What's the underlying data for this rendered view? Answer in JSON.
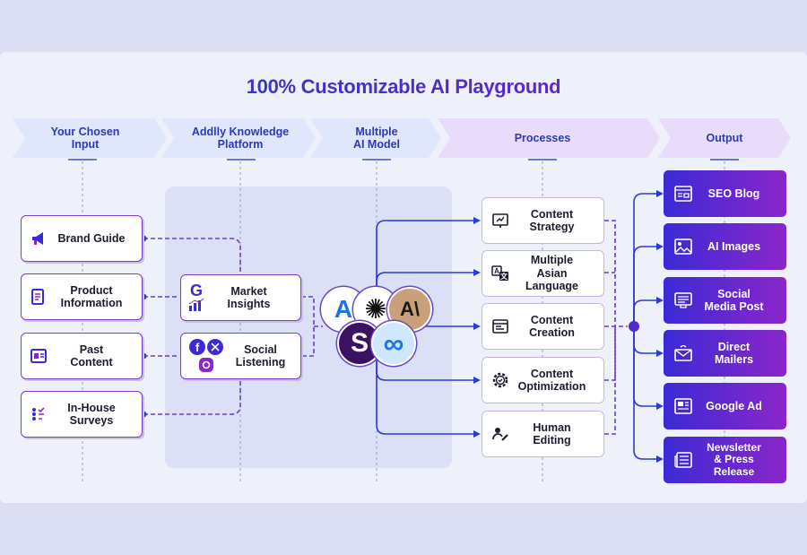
{
  "title": "100% Customizable AI Playground",
  "headers": [
    {
      "label": "Your Chosen\nInput"
    },
    {
      "label": "Addlly Knowledge\nPlatform"
    },
    {
      "label": "Multiple\nAI Model"
    },
    {
      "label": "Processes"
    },
    {
      "label": "Output"
    }
  ],
  "inputs": [
    {
      "label": "Brand Guide",
      "icon": "megaphone-icon"
    },
    {
      "label": "Product\nInformation",
      "icon": "document-icon"
    },
    {
      "label": "Past\nContent",
      "icon": "content-layout-icon"
    },
    {
      "label": "In-House\nSurveys",
      "icon": "checklist-icon"
    }
  ],
  "platform": [
    {
      "label": "Market\nInsights",
      "icons": [
        "google-icon",
        "bar-chart-icon"
      ]
    },
    {
      "label": "Social\nListening",
      "icons": [
        "facebook-icon",
        "x-icon",
        "instagram-icon"
      ]
    }
  ],
  "ai_models": [
    {
      "name": "azure-icon",
      "glyph": "A",
      "bg": "#ffffff",
      "fg": "#1a73e8"
    },
    {
      "name": "openai-icon",
      "glyph": "✺",
      "bg": "#ffffff",
      "fg": "#111111"
    },
    {
      "name": "anthropic-icon",
      "glyph": "A\\",
      "bg": "#c8a07c",
      "fg": "#1a1a1a"
    },
    {
      "name": "s-model-icon",
      "glyph": "S",
      "bg": "#3b1261",
      "fg": "#ffffff"
    },
    {
      "name": "meta-icon",
      "glyph": "∞",
      "bg": "#cfe8ff",
      "fg": "#1877f2"
    }
  ],
  "processes": [
    {
      "label": "Content\nStrategy",
      "icon": "strategy-board-icon"
    },
    {
      "label": "Multiple\nAsian\nLanguage",
      "icon": "translate-icon"
    },
    {
      "label": "Content\nCreation",
      "icon": "browser-icon"
    },
    {
      "label": "Content\nOptimization",
      "icon": "gear-check-icon"
    },
    {
      "label": "Human\nEditing",
      "icon": "person-edit-icon"
    }
  ],
  "outputs": [
    {
      "label": "SEO Blog",
      "icon": "blog-icon"
    },
    {
      "label": "AI Images",
      "icon": "image-icon"
    },
    {
      "label": "Social\nMedia Post",
      "icon": "social-post-icon"
    },
    {
      "label": "Direct\nMailers",
      "icon": "mail-icon"
    },
    {
      "label": "Google Ad",
      "icon": "ad-icon"
    },
    {
      "label": "Newsletter\n& Press\nRelease",
      "icon": "newsletter-icon"
    }
  ],
  "colors": {
    "blue": "#1f3fc4",
    "purple": "#7a1fc7",
    "arrow_light": "#e0e6fb",
    "arrow_purple": "#e9dcfa"
  }
}
